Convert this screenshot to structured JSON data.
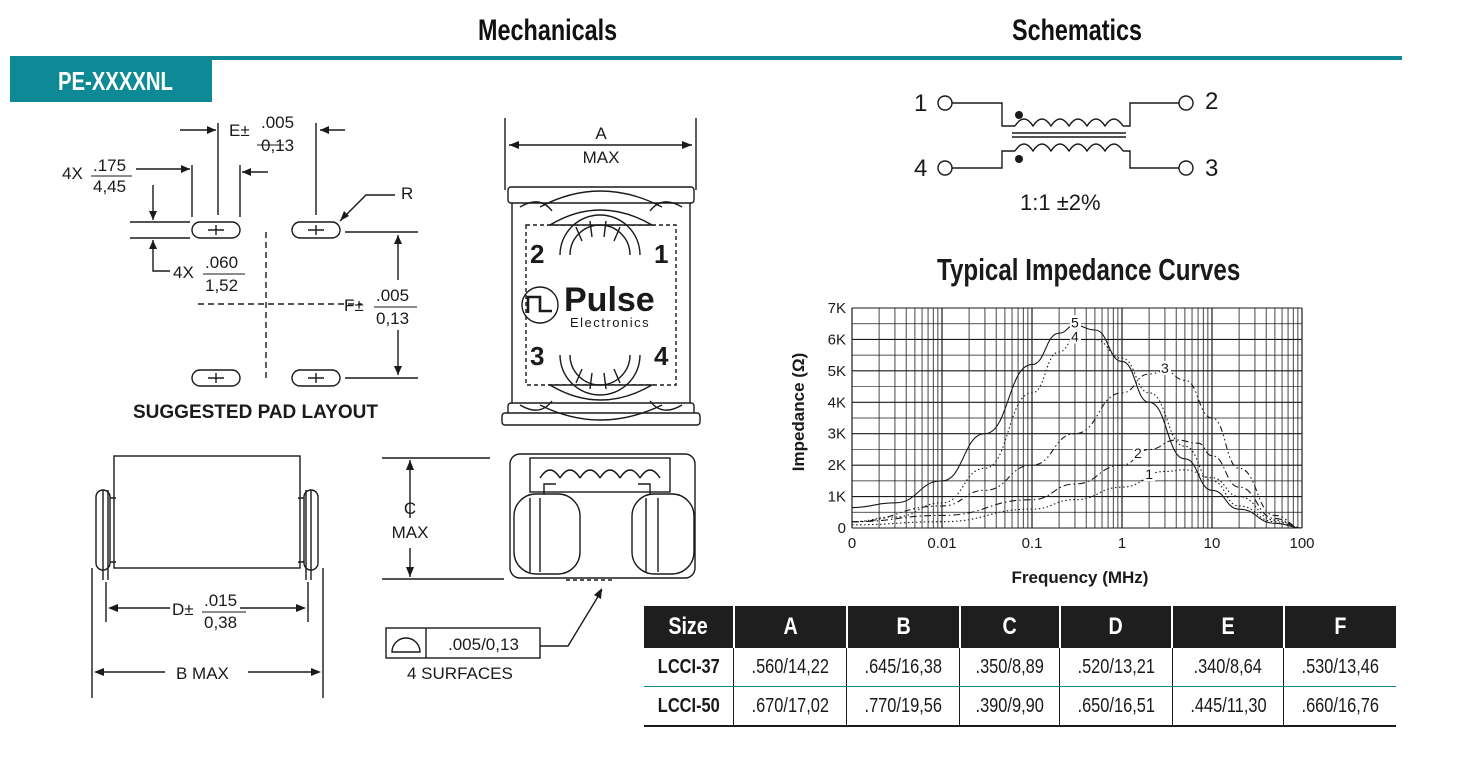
{
  "headings": {
    "mechanicals": "Mechanicals",
    "schematics": "Schematics",
    "impedance_title": "Typical Impedance Curves",
    "part_tab": "PE-XXXXNL"
  },
  "pad_layout": {
    "caption": "SUGGESTED PAD LAYOUT",
    "dim_width_prefix": "4X",
    "dim_width_in": ".175",
    "dim_width_mm": "4,45",
    "dim_height_prefix": "4X",
    "dim_height_in": ".060",
    "dim_height_mm": "1,52",
    "dim_e_prefix": "E±",
    "dim_e_in": ".005",
    "dim_e_mm": "0,13",
    "dim_f_prefix": "F±",
    "dim_f_in": ".005",
    "dim_f_mm": "0,13",
    "radius_label": "R"
  },
  "top_view": {
    "dim_a": "A",
    "dim_a_sub": "MAX",
    "pin_tl": "2",
    "pin_tr": "1",
    "pin_bl": "3",
    "pin_br": "4",
    "logo_name": "Pulse",
    "logo_sub": "Electronics"
  },
  "side_view": {
    "dim_d_prefix": "D±",
    "dim_d_in": ".015",
    "dim_d_mm": "0,38",
    "dim_b": "B MAX"
  },
  "end_view": {
    "dim_c": "C",
    "dim_c_sub": "MAX",
    "coplanarity": ".005/0,13",
    "surfaces": "4 SURFACES"
  },
  "schematic": {
    "pin1": "1",
    "pin2": "2",
    "pin3": "3",
    "pin4": "4",
    "ratio": "1:1 ±2%"
  },
  "chart_data": {
    "type": "line",
    "title": "Typical Impedance Curves",
    "xlabel": "Frequency (MHz)",
    "ylabel": "Impedance (Ω)",
    "x_scale": "log",
    "xlim": [
      0.001,
      100
    ],
    "ylim": [
      0,
      7000
    ],
    "x_ticks": [
      "0",
      "0.01",
      "0.1",
      "1",
      "10",
      "100"
    ],
    "y_ticks": [
      "0",
      "1K",
      "2K",
      "3K",
      "4K",
      "5K",
      "6K",
      "7K"
    ],
    "grid": true,
    "series": [
      {
        "name": "5",
        "style": "solid",
        "x": [
          0.001,
          0.003,
          0.01,
          0.03,
          0.1,
          0.2,
          0.3,
          0.5,
          1,
          2,
          5,
          10,
          20,
          50,
          100
        ],
        "y": [
          650,
          800,
          1500,
          3000,
          5200,
          6200,
          6450,
          6300,
          5300,
          4000,
          2200,
          1200,
          600,
          150,
          0
        ]
      },
      {
        "name": "4",
        "style": "dotted",
        "x": [
          0.001,
          0.003,
          0.01,
          0.03,
          0.1,
          0.2,
          0.3,
          0.5,
          1,
          2,
          5,
          10,
          20,
          50,
          100
        ],
        "y": [
          200,
          350,
          800,
          1900,
          4300,
          5600,
          6000,
          6000,
          5400,
          4300,
          2600,
          1500,
          700,
          200,
          0
        ]
      },
      {
        "name": "3",
        "style": "dash-dot-dot",
        "x": [
          0.001,
          0.01,
          0.03,
          0.1,
          0.3,
          1,
          2,
          3,
          5,
          10,
          20,
          50,
          100
        ],
        "y": [
          200,
          700,
          1200,
          2000,
          3000,
          4300,
          4900,
          5000,
          4700,
          3500,
          1900,
          400,
          0
        ]
      },
      {
        "name": "2",
        "style": "dash-dot",
        "x": [
          0.001,
          0.01,
          0.1,
          0.3,
          1,
          2,
          4,
          7,
          10,
          20,
          50,
          100
        ],
        "y": [
          200,
          400,
          900,
          1400,
          2000,
          2500,
          2800,
          2700,
          2300,
          1300,
          300,
          0
        ]
      },
      {
        "name": "1",
        "style": "dotted",
        "x": [
          0.001,
          0.01,
          0.1,
          0.3,
          1,
          3,
          5,
          10,
          20,
          50,
          100
        ],
        "y": [
          100,
          200,
          600,
          900,
          1300,
          1800,
          1850,
          1600,
          1000,
          250,
          0
        ]
      }
    ]
  },
  "table": {
    "headers": [
      "Size",
      "A",
      "B",
      "C",
      "D",
      "E",
      "F"
    ],
    "rows": [
      [
        "LCCI-37",
        ".560/14,22",
        ".645/16,38",
        ".350/8,89",
        ".520/13,21",
        ".340/8,64",
        ".530/13,46"
      ],
      [
        "LCCI-50",
        ".670/17,02",
        ".770/19,56",
        ".390/9,90",
        ".650/16,51",
        ".445/11,30",
        ".660/16,76"
      ]
    ]
  },
  "colors": {
    "accent": "#0d8a96",
    "header_bg": "#1e1e1e",
    "ink": "#1a1a1a"
  }
}
